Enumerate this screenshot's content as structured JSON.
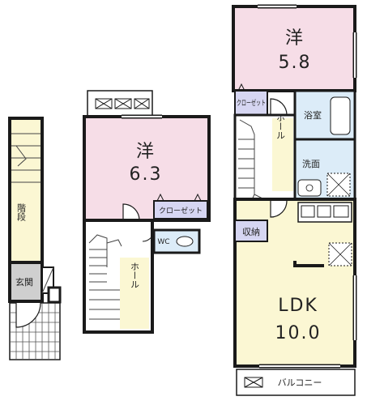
{
  "colors": {
    "wall": "#1a1a1a",
    "bedroom": "#f6dde7",
    "living": "#fbf7d3",
    "wet": "#dcecf8",
    "closet": "#d6d6f2",
    "hall": "#ffffff"
  },
  "rooms": {
    "stairs": "階段",
    "entrance": "玄関",
    "bedroom2_type": "洋",
    "bedroom2_size": "6.3",
    "closet2": "クローゼット",
    "wc": "WC",
    "hall2": "ホール",
    "bedroom3_type": "洋",
    "bedroom3_size": "5.8",
    "closet3": "クローゼット",
    "bath": "浴室",
    "washroom": "洗面",
    "hall3": "ホール",
    "storage": "収納",
    "ldk_type": "LDK",
    "ldk_size": "10.0",
    "balcony": "バルコニー"
  }
}
